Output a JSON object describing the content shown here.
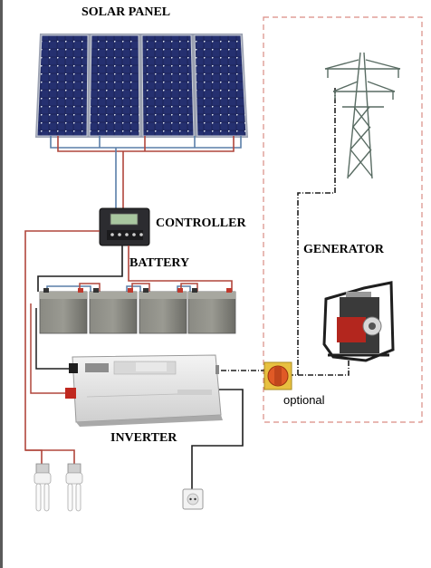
{
  "labels": {
    "solar_panel": "SOLAR PANEL",
    "controller": "CONTROLLER",
    "battery": "BATTERY",
    "generator": "GENERATOR",
    "inverter": "INVERTER",
    "optional": "optional"
  },
  "colors": {
    "wire_red": "#b0463c",
    "wire_blue": "#5a7fa8",
    "wire_black": "#1e1e1e",
    "dashed_box": "#d98c84",
    "panel_cell": "#1d2557",
    "battery_body": "#7d7d76",
    "generator_red": "#b3261e"
  },
  "icons": {
    "solar": "solar-panel-icon",
    "controller": "charge-controller-icon",
    "battery": "battery-icon",
    "inverter": "inverter-icon",
    "pylon": "power-pylon-icon",
    "generator": "generator-icon",
    "switch": "transfer-switch-icon",
    "bulb": "cfl-bulb-icon",
    "socket": "wall-socket-icon"
  }
}
